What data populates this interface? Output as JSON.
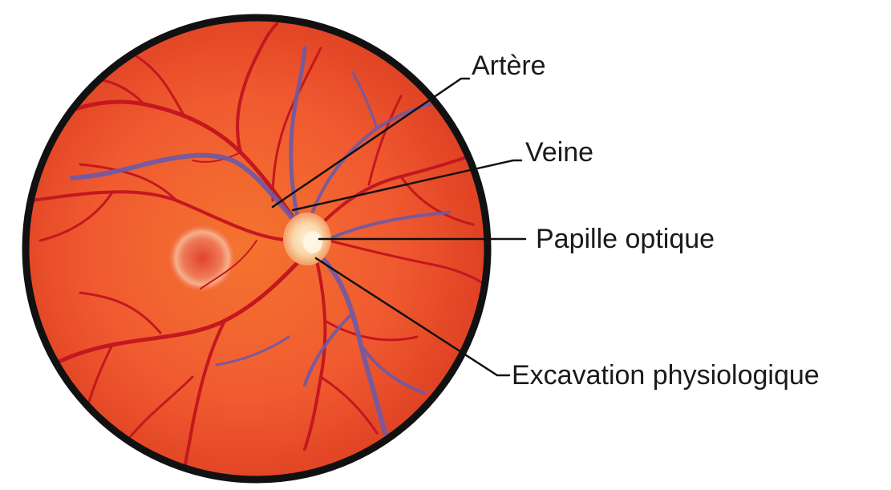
{
  "labels": {
    "artere": "Artère",
    "veine": "Veine",
    "papille": "Papille optique",
    "excavation": "Excavation physiologique"
  },
  "colors": {
    "fundus": "#f05a30",
    "fundus_dark": "#d93b1e",
    "rim": "#111111",
    "artery": "#c4171f",
    "vein": "#6e5aa6",
    "disc": "#f8d6a8",
    "macula_ring": "#f3a27f",
    "leader": "#111111"
  }
}
